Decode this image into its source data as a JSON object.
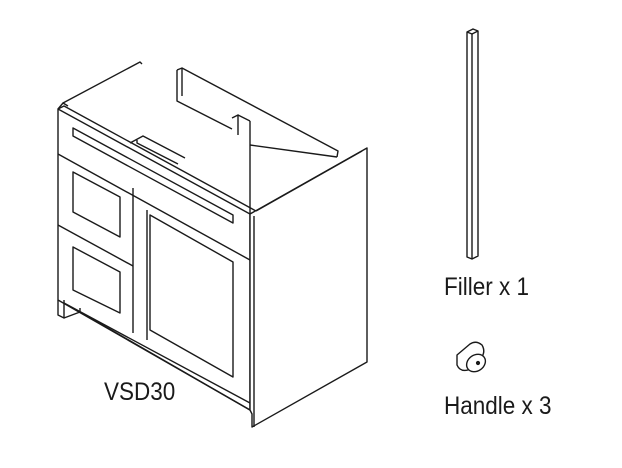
{
  "labels": {
    "cabinet": "VSD30",
    "filler": "Filler x 1",
    "handle": "Handle x 3"
  },
  "colors": {
    "line": "#1a1a1a",
    "background": "#ffffff"
  }
}
